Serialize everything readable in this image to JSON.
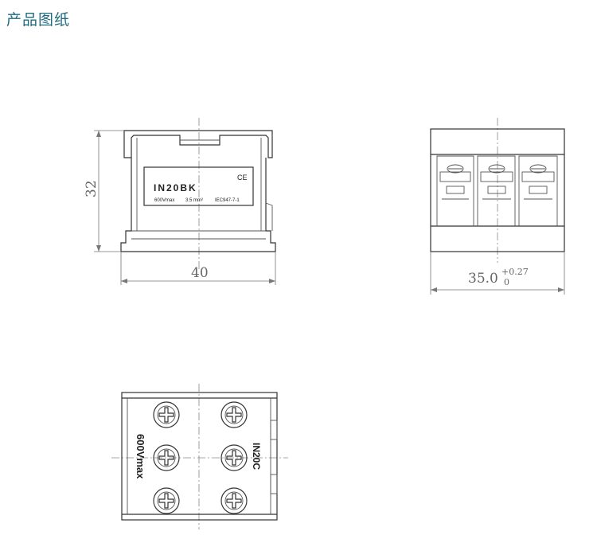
{
  "header": {
    "title": "产品图纸"
  },
  "front_view": {
    "model": "IN20BK",
    "spec_voltage": "600Vmax",
    "spec_area": "3.5 mm²",
    "spec_standard": "IEC947-7-1",
    "mark": "CE",
    "height_dim": "32",
    "width_dim": "40"
  },
  "side_view": {
    "width_dim": "35.0",
    "tol_upper": "+0.27",
    "tol_lower": "0"
  },
  "top_view": {
    "left_label": "600Vmax",
    "right_label": "IN20C"
  }
}
